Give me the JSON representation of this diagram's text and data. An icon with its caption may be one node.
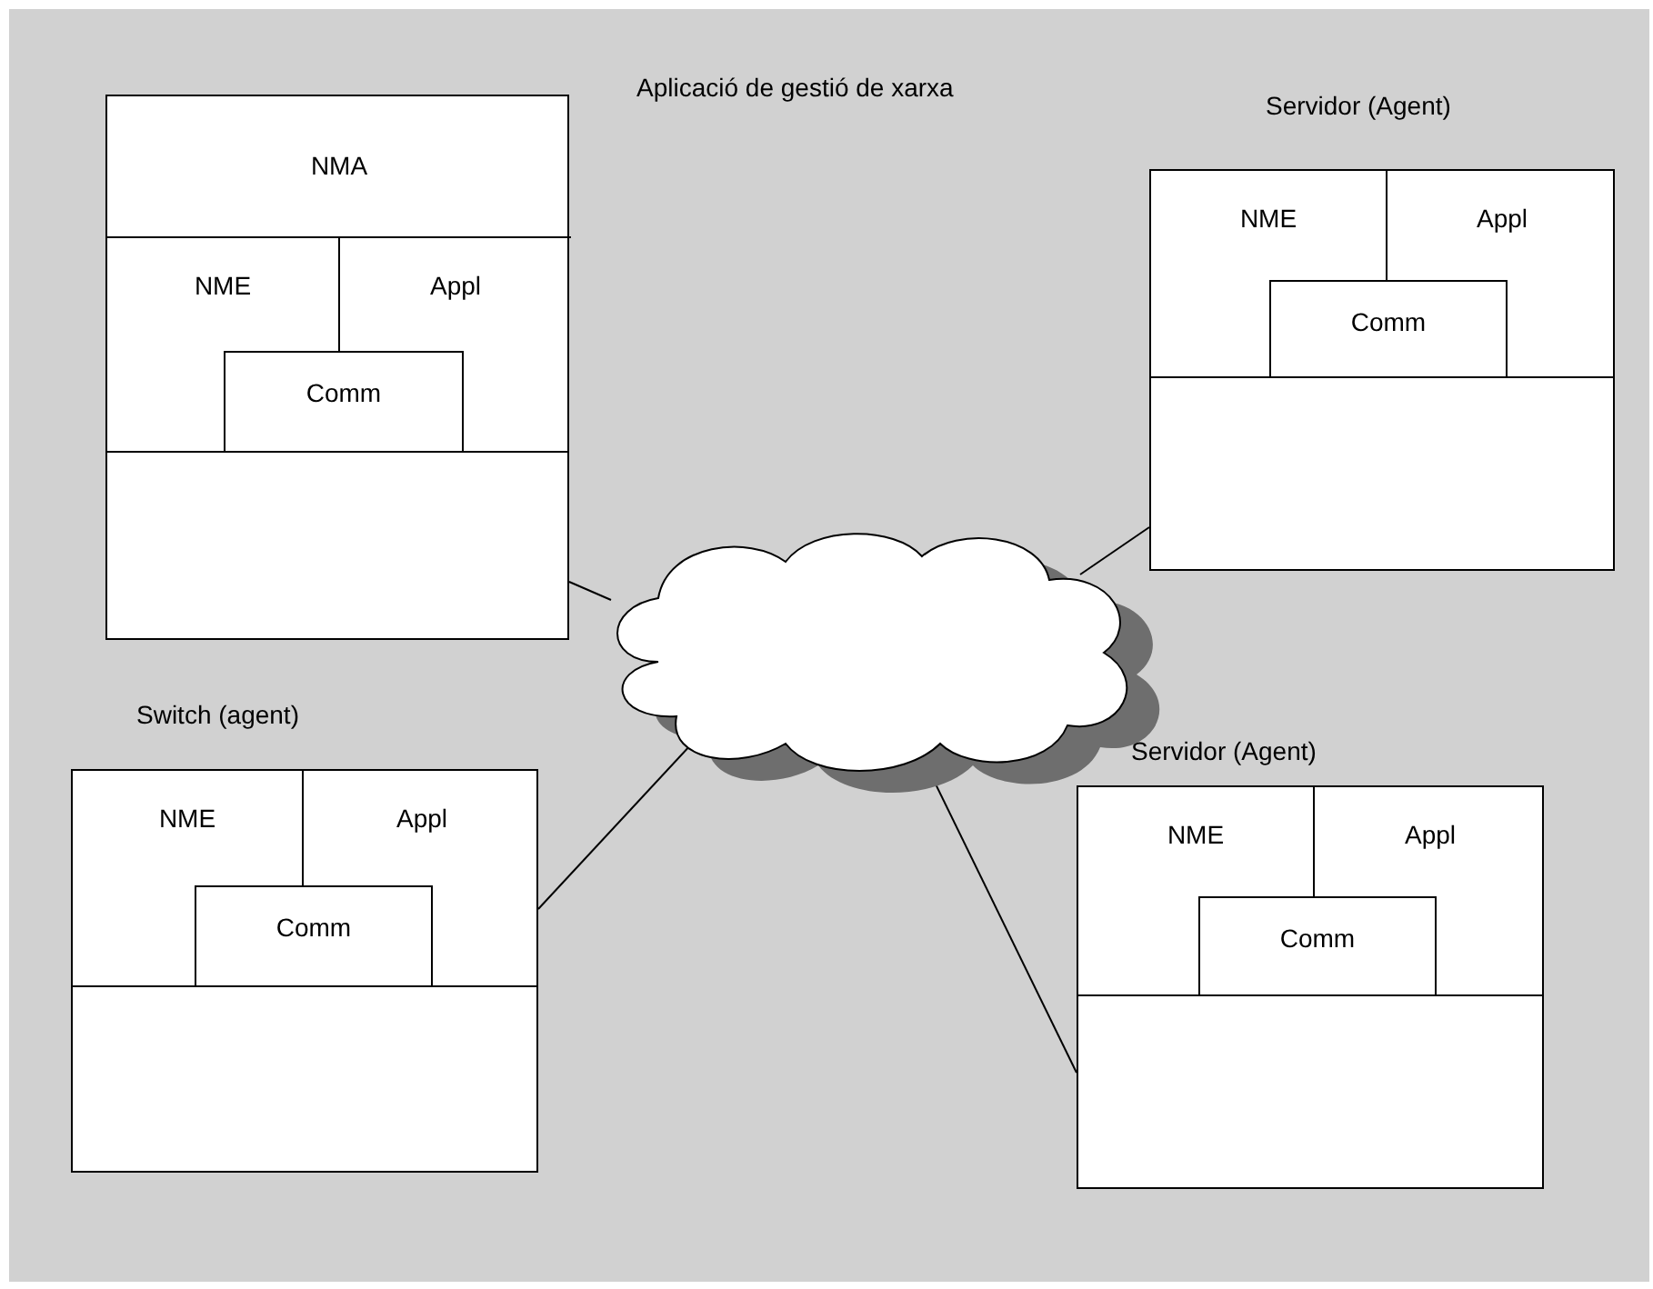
{
  "diagram": {
    "nodes": [
      {
        "text": [],
        "shape": "box"
      },
      {
        "text": [
          "NMA"
        ],
        "in": 0
      },
      {
        "text": [
          "NME"
        ],
        "in": 0
      },
      {
        "text": [
          "Appl"
        ],
        "in": 0
      },
      {
        "text": [
          "Comm"
        ],
        "in": 0
      },
      {
        "text": [
          "Servidor (Agent)"
        ]
      },
      {
        "text": [
          "NME"
        ],
        "in": 5
      },
      {
        "text": [
          "Appl"
        ],
        "in": 5
      },
      {
        "text": [
          "Comm"
        ],
        "in": 5
      },
      {
        "text": [],
        "shape": "cloud"
      },
      {
        "text": [
          "Switch (agent)"
        ]
      },
      {
        "text": [
          "NME"
        ],
        "in": 10
      },
      {
        "text": [
          "Appl"
        ],
        "in": 10
      },
      {
        "text": [
          "Comm"
        ],
        "in": 10
      },
      {
        "text": [
          "Servidor (Agent)"
        ]
      },
      {
        "text": [
          "NME"
        ],
        "in": 14
      },
      {
        "text": [
          "Appl"
        ],
        "in": 14
      },
      {
        "text": [
          "Comm"
        ],
        "in": 14
      }
    ],
    "edges": [
      {
        "from": 0,
        "to": 9,
        "arrow": "none"
      },
      {
        "from": 5,
        "to": 9,
        "arrow": "none"
      },
      {
        "from": 10,
        "to": 9,
        "arrow": "none"
      },
      {
        "from": 14,
        "to": 9,
        "arrow": "none"
      }
    ],
    "labels": [
      "Aplicació de gestió de xarxa"
    ]
  }
}
